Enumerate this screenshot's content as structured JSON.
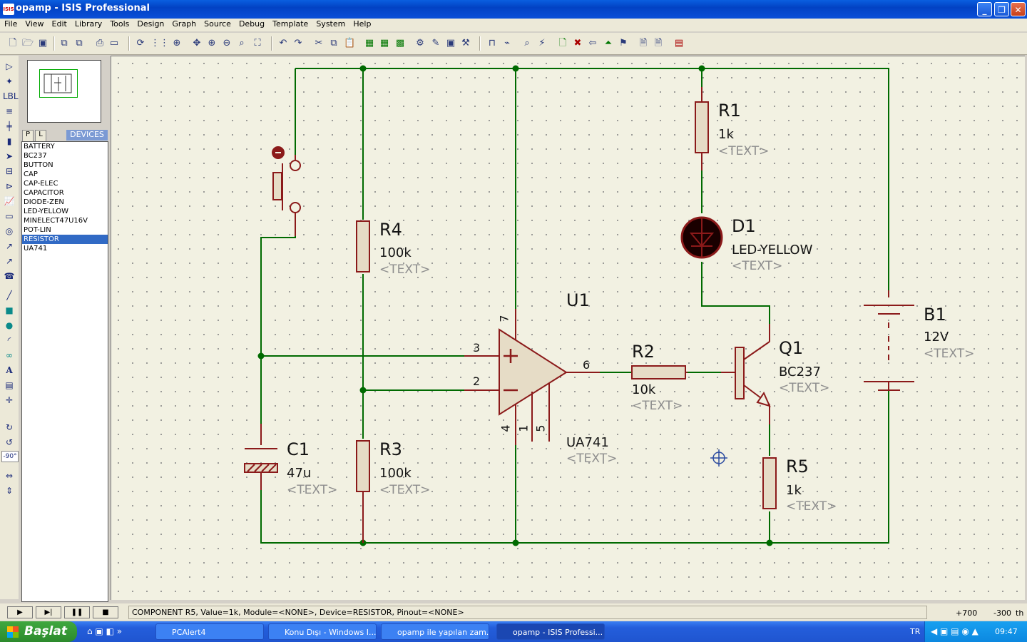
{
  "window": {
    "title": "opamp - ISIS Professional",
    "icon": "ISIS"
  },
  "menu": [
    "File",
    "View",
    "Edit",
    "Library",
    "Tools",
    "Design",
    "Graph",
    "Source",
    "Debug",
    "Template",
    "System",
    "Help"
  ],
  "device_panel": {
    "tab_p": "P",
    "tab_l": "L",
    "header": "DEVICES",
    "items": [
      "BATTERY",
      "BC237",
      "BUTTON",
      "CAP",
      "CAP-ELEC",
      "CAPACITOR",
      "DIODE-ZEN",
      "LED-YELLOW",
      "MINELECT47U16V",
      "POT-LIN",
      "RESISTOR",
      "UA741"
    ],
    "selected": "RESISTOR"
  },
  "rotation": "-90°",
  "schematic": {
    "R1": {
      "name": "R1",
      "value": "1k",
      "text": "<TEXT>"
    },
    "D1": {
      "name": "D1",
      "value": "LED-YELLOW",
      "text": "<TEXT>"
    },
    "R4": {
      "name": "R4",
      "value": "100k",
      "text": "<TEXT>"
    },
    "U1": {
      "name": "U1",
      "value": "UA741",
      "text": "<TEXT>",
      "pins": [
        "7",
        "3",
        "2",
        "6",
        "4",
        "1",
        "5"
      ]
    },
    "R2": {
      "name": "R2",
      "value": "10k",
      "text": "<TEXT>"
    },
    "Q1": {
      "name": "Q1",
      "value": "BC237",
      "text": "<TEXT>"
    },
    "B1": {
      "name": "B1",
      "value": "12V",
      "text": "<TEXT>"
    },
    "C1": {
      "name": "C1",
      "value": "47u",
      "text": "<TEXT>"
    },
    "R3": {
      "name": "R3",
      "value": "100k",
      "text": "<TEXT>"
    },
    "R5": {
      "name": "R5",
      "value": "1k",
      "text": "<TEXT>"
    }
  },
  "status": {
    "text": "COMPONENT R5, Value=1k, Module=<NONE>, Device=RESISTOR, Pinout=<NONE>",
    "x": "+700",
    "y": "-300",
    "unit": "th"
  },
  "taskbar": {
    "start": "Başlat",
    "tasks": [
      "PCAlert4",
      "Konu Dışı - Windows I...",
      "opamp ile yapılan zam...",
      "opamp - ISIS Professi..."
    ],
    "lang": "TR",
    "clock": "09:47"
  },
  "colors": {
    "wire": "#006a00",
    "component": "#8b1a1a",
    "selection": "#316ac5"
  }
}
